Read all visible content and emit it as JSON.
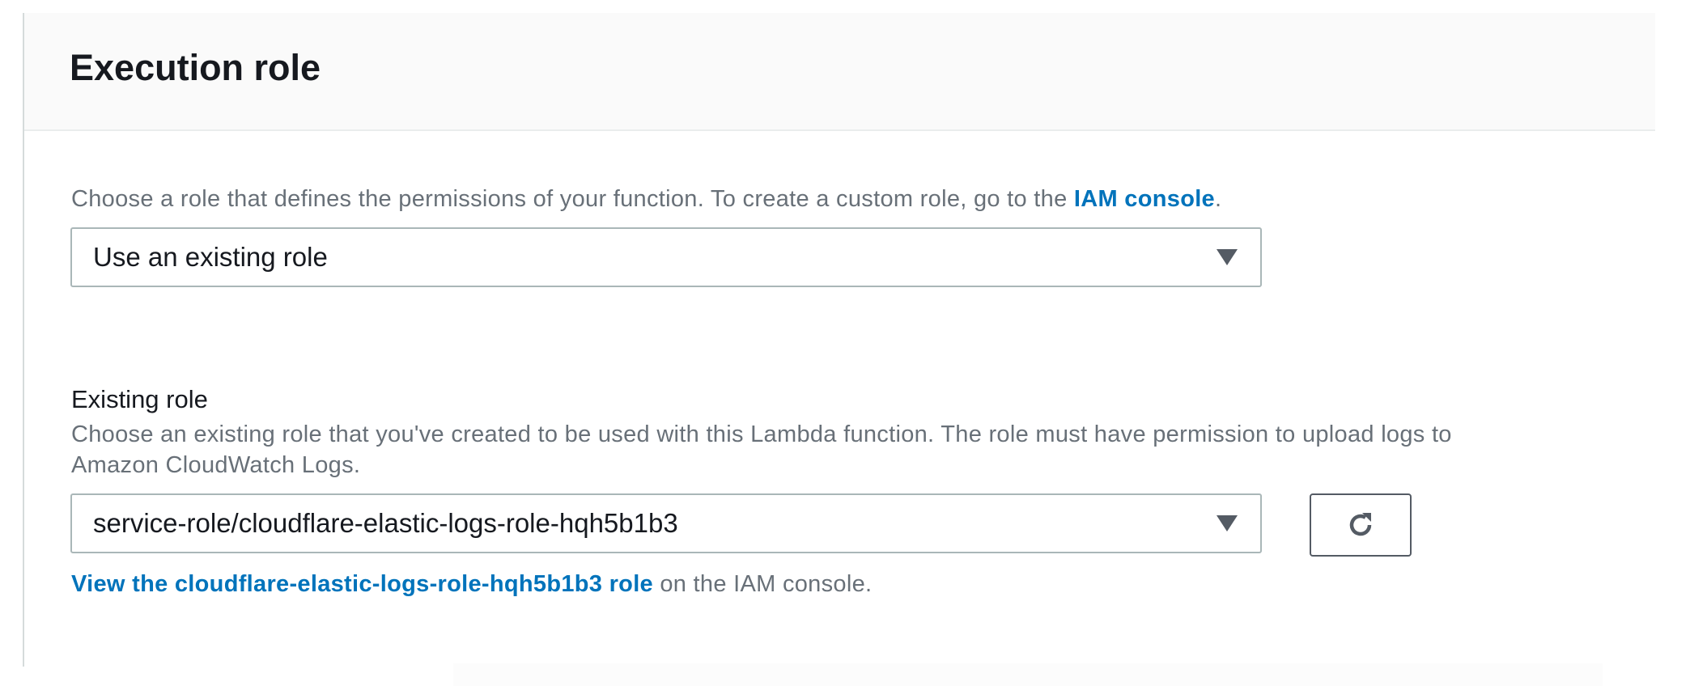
{
  "section": {
    "title": "Execution role"
  },
  "execution_role": {
    "description_prefix": "Choose a role that defines the permissions of your function. To create a custom role, go to the ",
    "description_link": "IAM console",
    "description_suffix": ".",
    "select_value": "Use an existing role"
  },
  "existing_role": {
    "label": "Existing role",
    "description_line1": "Choose an existing role that you've created to be used with this Lambda function. The role must have permission to upload logs to",
    "description_line2": "Amazon CloudWatch Logs.",
    "select_value": "service-role/cloudflare-elastic-logs-role-hqh5b1b3",
    "refresh_icon": "refresh-icon",
    "view_link": "View the cloudflare-elastic-logs-role-hqh5b1b3 role",
    "view_suffix": " on the IAM console."
  },
  "colors": {
    "link": "#0073bb",
    "header_bg": "#fafafa",
    "text": "#16191f",
    "secondary_text": "#687078"
  }
}
